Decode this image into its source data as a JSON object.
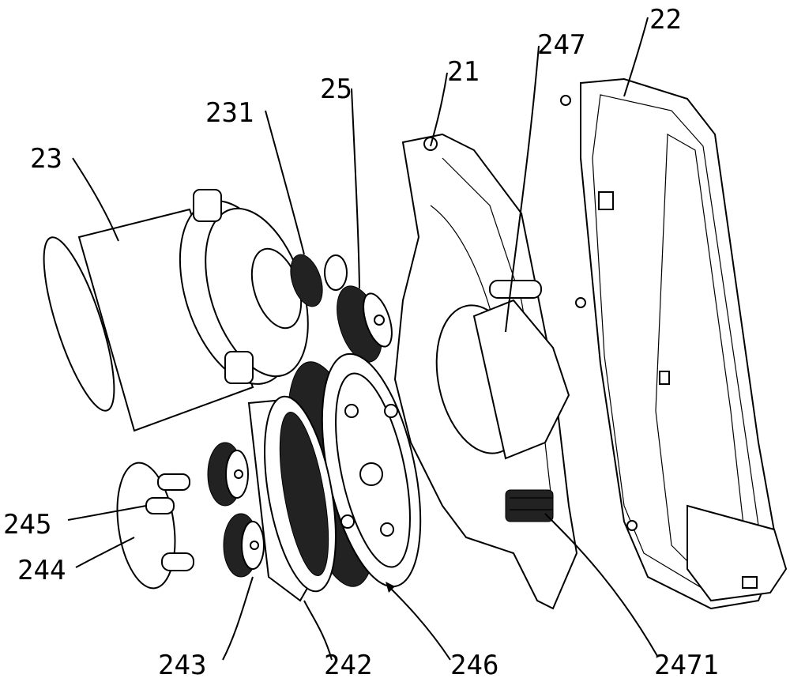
{
  "figure": {
    "labels": {
      "housing_cover": "22",
      "bracket": "247",
      "housing_base": "21",
      "idler_gear": "25",
      "pinion": "231",
      "motor": "23",
      "pin": "245",
      "planet_carrier": "244",
      "planet_gear": "243",
      "ring_gear": "242",
      "output_gear": "246",
      "bracket_shaft": "2471"
    }
  }
}
